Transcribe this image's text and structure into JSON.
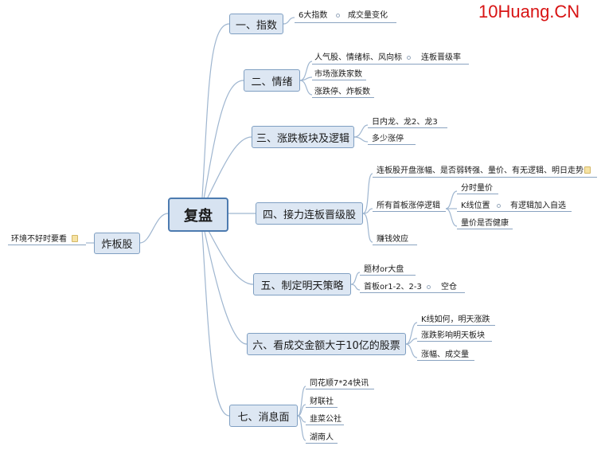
{
  "brand": "10Huang.CN",
  "root": "复盘",
  "left_branch": {
    "label": "炸板股",
    "leaf": "环境不好时要看"
  },
  "branches": [
    {
      "label": "一、指数",
      "leaves": [
        "6大指数",
        "成交量变化"
      ]
    },
    {
      "label": "二、情绪",
      "leaves": [
        "人气股、情绪标、风向标",
        "连板晋级率",
        "市场涨跌家数",
        "涨跌停、炸板数"
      ]
    },
    {
      "label": "三、涨跌板块及逻辑",
      "leaves": [
        "日内龙、龙2、龙3",
        "多少涨停"
      ]
    },
    {
      "label": "四、接力连板晋级股",
      "leaves": [
        "连板股开盘涨幅、是否弱转强、量价、有无逻辑、明日走势",
        "所有首板涨停逻辑",
        "分时量价",
        "K线位置",
        "有逻辑加入自选",
        "量价是否健康",
        "赚钱效应"
      ]
    },
    {
      "label": "五、制定明天策略",
      "leaves": [
        "题材or大盘",
        "首板or1-2、2-3",
        "空仓"
      ]
    },
    {
      "label": "六、看成交金额大于10亿的股票",
      "leaves": [
        "K线如何，明天涨跌",
        "涨跌影响明天板块",
        "涨幅、成交量"
      ]
    },
    {
      "label": "七、消息面",
      "leaves": [
        "同花顺7*24快讯",
        "财联社",
        "韭菜公社",
        "湖南人"
      ]
    }
  ]
}
